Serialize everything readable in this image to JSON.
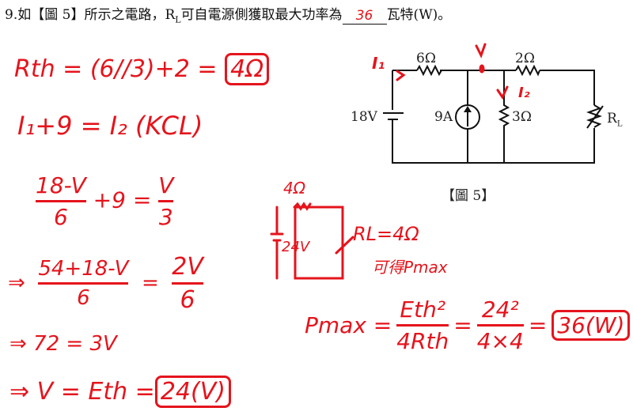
{
  "question": {
    "prefix": "9.如【圖 5】所示之電路，R",
    "sub": "L",
    "middle": "可自電源側獲取最大功率為",
    "answer": "36",
    "suffix": "瓦特(W)。"
  },
  "figure": {
    "caption": "【圖 5】",
    "r1": "6Ω",
    "r2": "2Ω",
    "r3": "3Ω",
    "source_v": "18V",
    "source_i": "9A",
    "load": "R",
    "load_sub": "L",
    "notes": {
      "i1": "I₁",
      "v": "V",
      "i2": "I₂"
    }
  },
  "work": {
    "line1": "Rth = (6//3)+2 =",
    "line1_box": "4Ω",
    "line2": "I₁+9 = I₂  (KCL)",
    "line3": {
      "num": "18-V",
      "den": "6",
      "mid": "+9 =",
      "num2": "V",
      "den2": "3"
    },
    "line4": {
      "arrow": "⇒",
      "num": "54+18-V",
      "den": "6",
      "eq": "=",
      "num2": "2V",
      "den2": "6"
    },
    "line5": "⇒  72 = 3V",
    "line6": "⇒  V = Eth =",
    "line6_box": "24(V)",
    "thevenin": {
      "r": "4Ω",
      "v": "24V",
      "rl": "RL=4Ω",
      "note": "可得Pmax"
    },
    "pmax": {
      "lhs": "Pmax =",
      "num": "Eth²",
      "den": "4Rth",
      "eq": "=",
      "num2": "24²",
      "den2": "4×4",
      "eq2": "=",
      "box": "36(W)"
    }
  }
}
